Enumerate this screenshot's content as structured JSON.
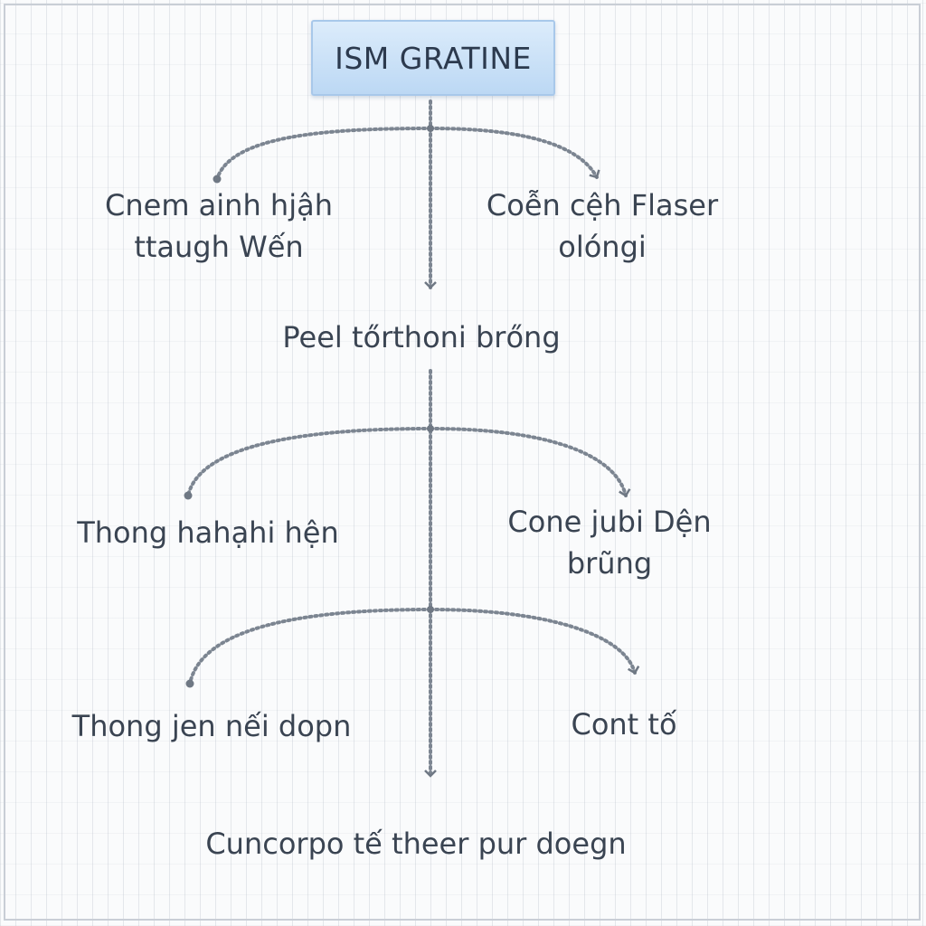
{
  "diagram": {
    "title": "ISM GRATINE",
    "nodes": {
      "left_1": [
        "Cnem ainh hjậh",
        "ttaugh Wến"
      ],
      "right_1": [
        "Coễn cệh Flaser",
        "olóngi"
      ],
      "center_1": "Peel tőrthoni brőng",
      "left_2": "Thong hahạhi hện",
      "right_2": [
        "Cone jubi Dện",
        "brũng"
      ],
      "left_3": "Thong jen nếi dopn",
      "right_3": "Cont tố",
      "bottom": "Cuncorpo tế theer pur doegn"
    },
    "colors": {
      "title_fill": "#c7e0f7",
      "title_border": "#a8c8ea",
      "text": "#3a4452",
      "connector": "#7c8591"
    }
  }
}
